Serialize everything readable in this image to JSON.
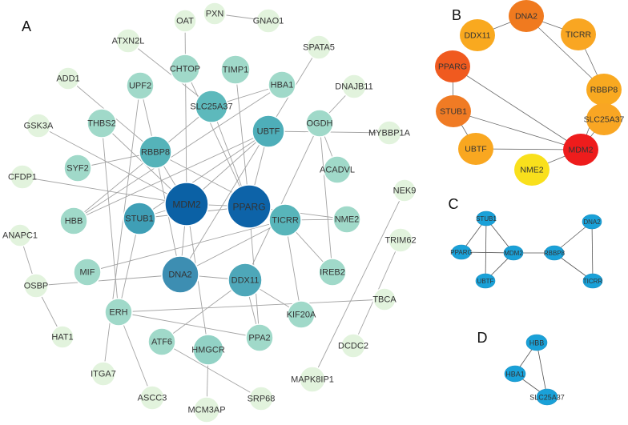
{
  "panels": [
    {
      "letter": "A",
      "nodes": [
        {
          "label": "OAT",
          "color": "#e2f3dd"
        },
        {
          "label": "PXN",
          "color": "#e2f3dd"
        },
        {
          "label": "GNAO1",
          "color": "#e2f3dd"
        },
        {
          "label": "ATXN2L",
          "color": "#e2f3dd"
        },
        {
          "label": "SPATA5",
          "color": "#e2f3dd"
        },
        {
          "label": "ADD1",
          "color": "#e2f3dd"
        },
        {
          "label": "DNAJB11",
          "color": "#e2f3dd"
        },
        {
          "label": "GSK3A",
          "color": "#e2f3dd"
        },
        {
          "label": "MYBBP1A",
          "color": "#e2f3dd"
        },
        {
          "label": "CFDP1",
          "color": "#e2f3dd"
        },
        {
          "label": "NEK9",
          "color": "#e2f3dd"
        },
        {
          "label": "ANAPC1",
          "color": "#e2f3dd"
        },
        {
          "label": "TRIM62",
          "color": "#e2f3dd"
        },
        {
          "label": "OSBP",
          "color": "#e2f3dd"
        },
        {
          "label": "TBCA",
          "color": "#e2f3dd"
        },
        {
          "label": "HAT1",
          "color": "#e2f3dd"
        },
        {
          "label": "DCDC2",
          "color": "#e2f3dd"
        },
        {
          "label": "ITGA7",
          "color": "#e2f3dd"
        },
        {
          "label": "MAPK8IP1",
          "color": "#e2f3dd"
        },
        {
          "label": "ASCC3",
          "color": "#e2f3dd"
        },
        {
          "label": "MCM3AP",
          "color": "#e2f3dd"
        },
        {
          "label": "SRP68",
          "color": "#e2f3dd"
        },
        {
          "label": "CHTOP",
          "color": "#a0d9c9"
        },
        {
          "label": "TIMP1",
          "color": "#a0d9c9"
        },
        {
          "label": "UPF2",
          "color": "#a0d9c9"
        },
        {
          "label": "HBA1",
          "color": "#a0d9c9"
        },
        {
          "label": "THBS2",
          "color": "#a0d9c9"
        },
        {
          "label": "SLC25A37",
          "color": "#5db9bc"
        },
        {
          "label": "OGDH",
          "color": "#a0d9c9"
        },
        {
          "label": "UBTF",
          "color": "#4eaeb9"
        },
        {
          "label": "RBBP8",
          "color": "#55b3b9"
        },
        {
          "label": "SYF2",
          "color": "#a0d9c9"
        },
        {
          "label": "ACADVL",
          "color": "#a0d9c9"
        },
        {
          "label": "MDM2",
          "color": "#0b61a5"
        },
        {
          "label": "PPARG",
          "color": "#0d63a8"
        },
        {
          "label": "STUB1",
          "color": "#3f9fb6"
        },
        {
          "label": "TICRR",
          "color": "#58b5ba"
        },
        {
          "label": "NME2",
          "color": "#a0d9c9"
        },
        {
          "label": "HBB",
          "color": "#a0d9c9"
        },
        {
          "label": "MIF",
          "color": "#a0d9c9"
        },
        {
          "label": "DNA2",
          "color": "#3d8eb2"
        },
        {
          "label": "DDX11",
          "color": "#4ea7b9"
        },
        {
          "label": "IREB2",
          "color": "#a0d9c9"
        },
        {
          "label": "ERH",
          "color": "#a0d9c9"
        },
        {
          "label": "KIF20A",
          "color": "#a0d9c9"
        },
        {
          "label": "ATF6",
          "color": "#a0d9c9"
        },
        {
          "label": "PPA2",
          "color": "#a0d9c9"
        },
        {
          "label": "HMGCR",
          "color": "#92d2c5"
        }
      ],
      "edges": [
        [
          1,
          2
        ],
        [
          0,
          33
        ],
        [
          3,
          27
        ],
        [
          4,
          40
        ],
        [
          5,
          30
        ],
        [
          6,
          28
        ],
        [
          7,
          33
        ],
        [
          8,
          29
        ],
        [
          9,
          33
        ],
        [
          10,
          18
        ],
        [
          11,
          13
        ],
        [
          12,
          16
        ],
        [
          13,
          15
        ],
        [
          13,
          40
        ],
        [
          14,
          43
        ],
        [
          17,
          24
        ],
        [
          19,
          43
        ],
        [
          20,
          47
        ],
        [
          21,
          45
        ],
        [
          22,
          34
        ],
        [
          23,
          34
        ],
        [
          24,
          30
        ],
        [
          25,
          38
        ],
        [
          25,
          27
        ],
        [
          27,
          38
        ],
        [
          26,
          43
        ],
        [
          26,
          33
        ],
        [
          28,
          41
        ],
        [
          28,
          42
        ],
        [
          29,
          33
        ],
        [
          29,
          34
        ],
        [
          29,
          35
        ],
        [
          31,
          30
        ],
        [
          32,
          28
        ],
        [
          33,
          34
        ],
        [
          33,
          35
        ],
        [
          33,
          30
        ],
        [
          33,
          40
        ],
        [
          33,
          47
        ],
        [
          34,
          35
        ],
        [
          34,
          27
        ],
        [
          34,
          37
        ],
        [
          34,
          36
        ],
        [
          34,
          46
        ],
        [
          35,
          43
        ],
        [
          30,
          40
        ],
        [
          30,
          36
        ],
        [
          36,
          40
        ],
        [
          36,
          37
        ],
        [
          36,
          42
        ],
        [
          36,
          44
        ],
        [
          40,
          41
        ],
        [
          41,
          44
        ],
        [
          41,
          46
        ],
        [
          41,
          45
        ],
        [
          39,
          36
        ],
        [
          43,
          46
        ],
        [
          38,
          29
        ]
      ]
    },
    {
      "letter": "B",
      "nodes": [
        {
          "label": "DNA2",
          "color": "#f07a1f"
        },
        {
          "label": "DDX11",
          "color": "#f9a91f"
        },
        {
          "label": "TICRR",
          "color": "#f9a622"
        },
        {
          "label": "PPARG",
          "color": "#f05a1f"
        },
        {
          "label": "RBBP8",
          "color": "#f9a920"
        },
        {
          "label": "STUB1",
          "color": "#f07b24"
        },
        {
          "label": "SLC25A37",
          "color": "#f9a623"
        },
        {
          "label": "UBTF",
          "color": "#f9a720"
        },
        {
          "label": "MDM2",
          "color": "#ee1c1c"
        },
        {
          "label": "NME2",
          "color": "#f9e01c"
        }
      ],
      "edges": [
        [
          0,
          1
        ],
        [
          0,
          2
        ],
        [
          0,
          4
        ],
        [
          2,
          4
        ],
        [
          4,
          8
        ],
        [
          3,
          5
        ],
        [
          3,
          8
        ],
        [
          5,
          7
        ],
        [
          5,
          8
        ],
        [
          7,
          8
        ],
        [
          6,
          8
        ],
        [
          9,
          8
        ]
      ]
    },
    {
      "letter": "C",
      "node_color": "#1aa1d8",
      "nodes": [
        {
          "label": "STUB1"
        },
        {
          "label": "DNA2"
        },
        {
          "label": "PPARG"
        },
        {
          "label": "MDM2"
        },
        {
          "label": "RBBP8"
        },
        {
          "label": "UBTF"
        },
        {
          "label": "TICRR"
        }
      ],
      "edges": [
        [
          0,
          2
        ],
        [
          0,
          3
        ],
        [
          0,
          5
        ],
        [
          2,
          3
        ],
        [
          3,
          5
        ],
        [
          3,
          4
        ],
        [
          4,
          1
        ],
        [
          4,
          6
        ],
        [
          1,
          6
        ]
      ]
    },
    {
      "letter": "D",
      "node_color": "#1aa1d8",
      "nodes": [
        {
          "label": "HBB"
        },
        {
          "label": "HBA1"
        },
        {
          "label": "SLC25A37"
        }
      ],
      "edges": [
        [
          0,
          1
        ],
        [
          0,
          2
        ],
        [
          1,
          2
        ]
      ]
    }
  ]
}
